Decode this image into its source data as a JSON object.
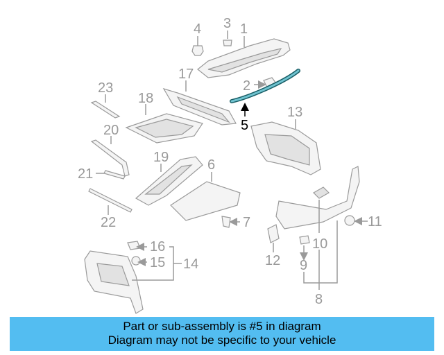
{
  "colors": {
    "banner_background": "#53bdf1",
    "highlight_stroke": "#1a5e66",
    "highlight_fill": "#6fc3d0",
    "muted_gray": "#999999"
  },
  "highlighted_part": "5",
  "callouts": {
    "c1": "1",
    "c2": "2",
    "c3": "3",
    "c4": "4",
    "c5": "5",
    "c6": "6",
    "c7": "7",
    "c8": "8",
    "c9": "9",
    "c10": "10",
    "c11": "11",
    "c12": "12",
    "c13": "13",
    "c14": "14",
    "c15": "15",
    "c16": "16",
    "c17": "17",
    "c18": "18",
    "c19": "19",
    "c20": "20",
    "c21": "21",
    "c22": "22",
    "c23": "23"
  },
  "banner": {
    "line1": "Part or sub-assembly is #5 in diagram",
    "line2": "Diagram may not be specific to your vehicle"
  }
}
